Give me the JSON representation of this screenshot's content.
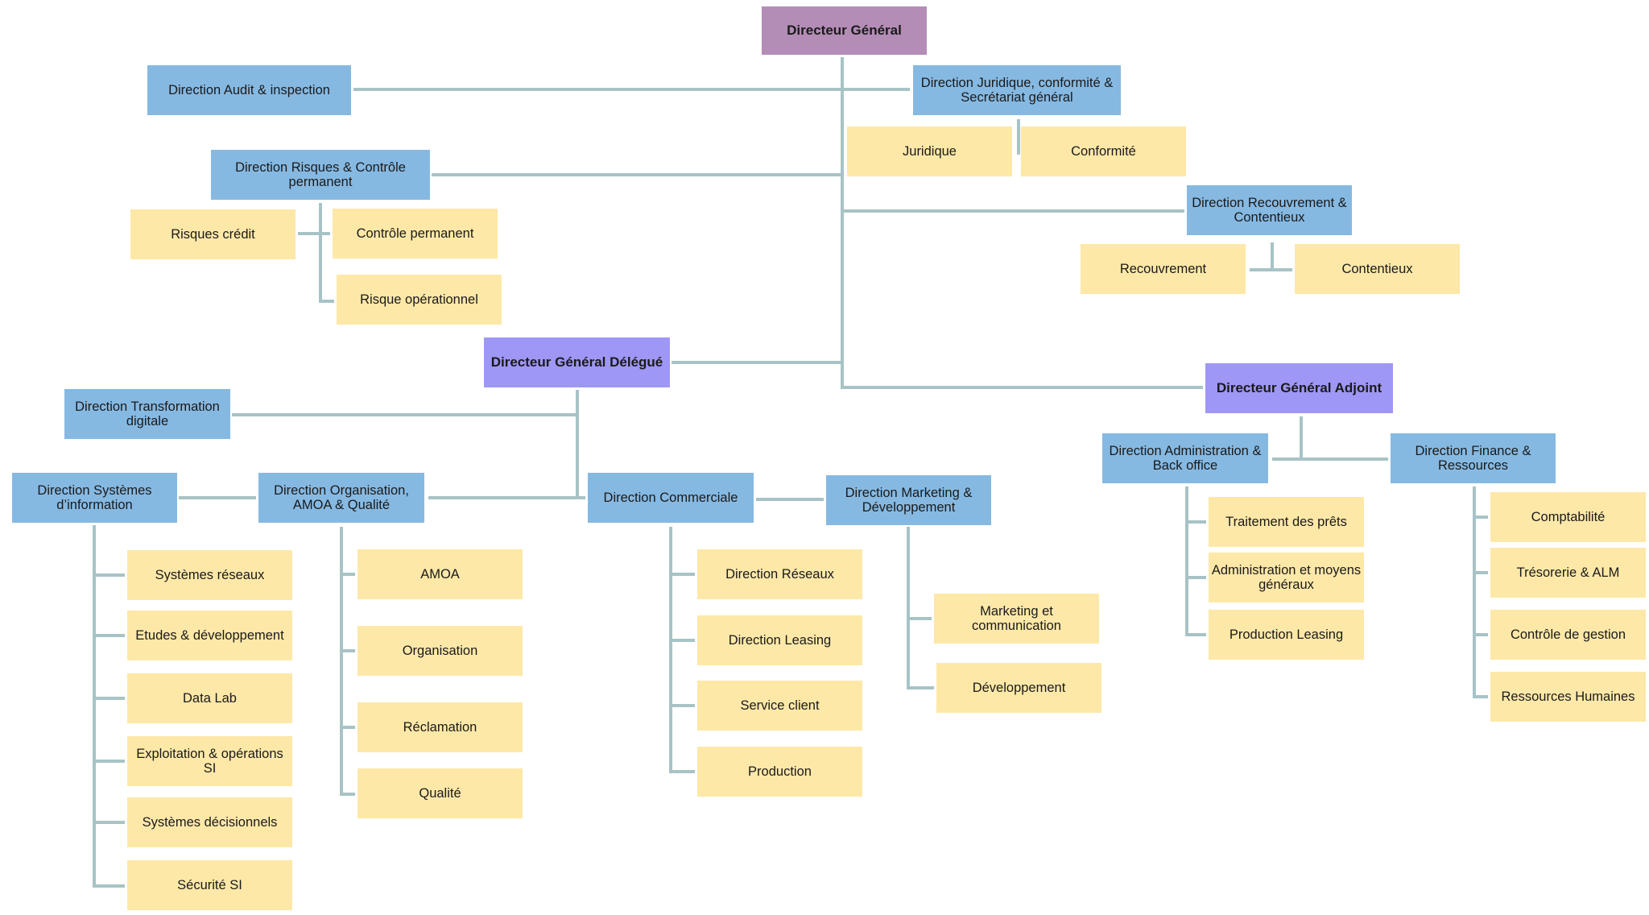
{
  "colors": {
    "top": "#b38db6",
    "deputy": "#9e97f5",
    "direction": "#86b9e2",
    "service": "#fde8a8",
    "connector": "#a7c3c6"
  },
  "top": {
    "dg": "Directeur Général"
  },
  "dg_branches": {
    "audit": "Direction Audit & inspection",
    "juridique": "Direction Juridique, conformité & Secrétariat général",
    "juridique_services": [
      "Juridique",
      "Conformité"
    ],
    "risques": "Direction Risques & Contrôle permanent",
    "risques_services": [
      "Risques crédit",
      "Contrôle permanent",
      "Risque opérationnel"
    ],
    "recouvrement": "Direction Recouvrement & Contentieux",
    "recouvrement_services": [
      "Recouvrement",
      "Contentieux"
    ]
  },
  "dgd": {
    "title": "Directeur Général Délégué",
    "transformation": "Direction Transformation digitale",
    "si": "Direction Systèmes d’information",
    "si_services": [
      "Systèmes réseaux",
      "Etudes & développement",
      "Data Lab",
      "Exploitation & opérations SI",
      "Systèmes décisionnels",
      "Sécurité SI"
    ],
    "organisation": "Direction Organisation, AMOA & Qualité",
    "organisation_services": [
      "AMOA",
      "Organisation",
      "Réclamation",
      "Qualité"
    ],
    "commerciale": "Direction Commerciale",
    "commerciale_services": [
      "Direction Réseaux",
      "Direction Leasing",
      "Service client",
      "Production"
    ],
    "marketing": "Direction Marketing & Développement",
    "marketing_services": [
      "Marketing et communication",
      "Développement"
    ]
  },
  "dga": {
    "title": "Directeur Général Adjoint",
    "administration": "Direction Administration & Back office",
    "administration_services": [
      "Traitement des prêts",
      "Administration et moyens généraux",
      "Production Leasing"
    ],
    "finance": "Direction Finance & Ressources",
    "finance_services": [
      "Comptabilité",
      "Trésorerie & ALM",
      "Contrôle de gestion",
      "Ressources Humaines"
    ]
  }
}
